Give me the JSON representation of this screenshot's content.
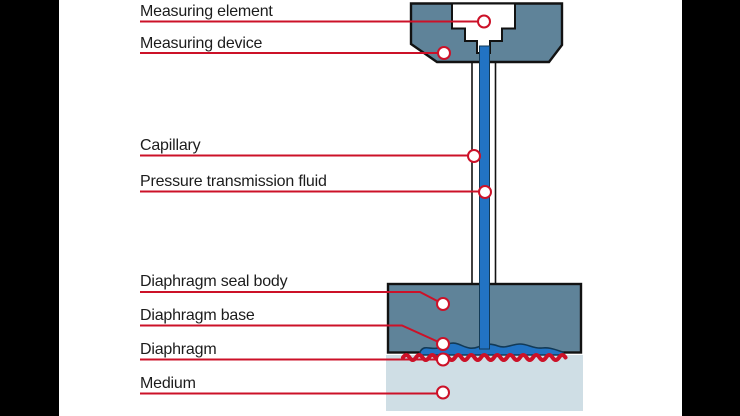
{
  "diagram": {
    "labels": [
      {
        "text": "Measuring element"
      },
      {
        "text": "Measuring device"
      },
      {
        "text": "Capillary"
      },
      {
        "text": "Pressure transmission fluid"
      },
      {
        "text": "Diaphragm seal body"
      },
      {
        "text": "Diaphragm base"
      },
      {
        "text": "Diaphragm"
      },
      {
        "text": "Medium"
      }
    ],
    "colors": {
      "leader_red": "#cc1128",
      "metal_body": "#5f8399",
      "fluid_blue": "#2273c3",
      "fluid_dark_edge": "#123a57",
      "medium_fill": "#cfdee5",
      "cavity_white": "#ffffff",
      "outline_black": "#121212",
      "letterbox": "#000000",
      "background": "#ffffff",
      "text": "#1c1c1c"
    }
  }
}
